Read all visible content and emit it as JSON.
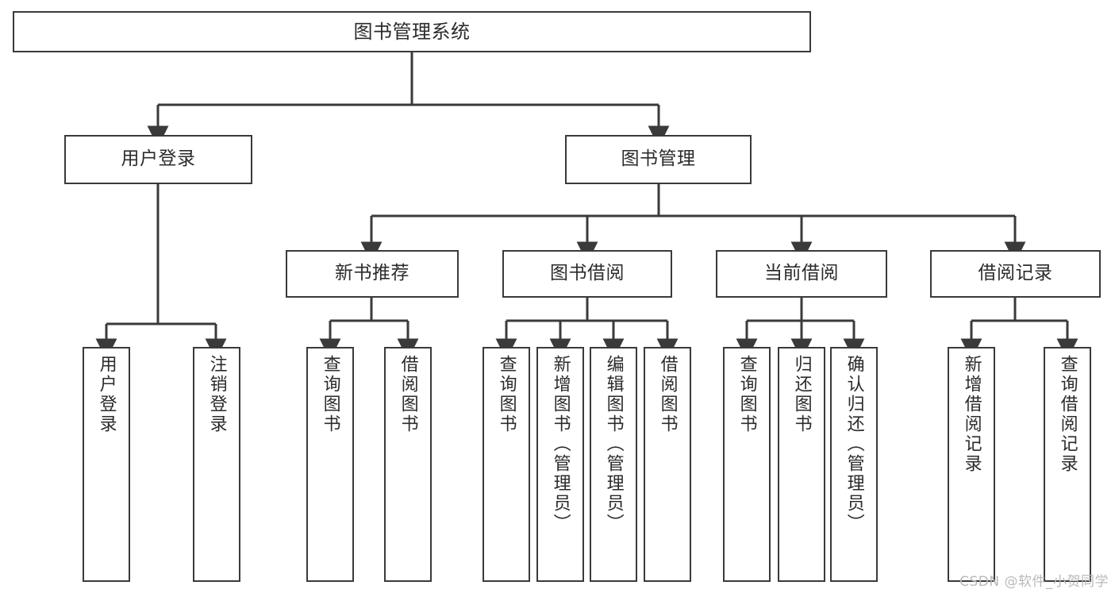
{
  "diagram": {
    "title": "图书管理系统",
    "type": "tree",
    "stroke_color": "#3a3a3a",
    "fill_color": "#ffffff",
    "text_color": "#2b2b2b",
    "watermark": "CSDN @软件_小贺同学"
  },
  "nodes": {
    "root": {
      "label": "图书管理系统"
    },
    "level2": [
      {
        "id": "user-login",
        "label": "用户登录"
      },
      {
        "id": "book-manage",
        "label": "图书管理"
      }
    ],
    "level3": [
      {
        "id": "new-book-recommend",
        "label": "新书推荐"
      },
      {
        "id": "book-borrow",
        "label": "图书借阅"
      },
      {
        "id": "current-borrow",
        "label": "当前借阅"
      },
      {
        "id": "borrow-record",
        "label": "借阅记录"
      }
    ],
    "leaves": {
      "user_login": [
        {
          "id": "leaf-user-login",
          "label": "用户登录"
        },
        {
          "id": "leaf-logout",
          "label": "注销登录"
        }
      ],
      "new_book_recommend": [
        {
          "id": "leaf-query-book-1",
          "label": "查询图书"
        },
        {
          "id": "leaf-borrow-book-1",
          "label": "借阅图书"
        }
      ],
      "book_borrow": [
        {
          "id": "leaf-query-book-2",
          "label": "查询图书"
        },
        {
          "id": "leaf-add-book",
          "label": "新增图书（管理员）"
        },
        {
          "id": "leaf-edit-book",
          "label": "编辑图书（管理员）"
        },
        {
          "id": "leaf-borrow-book-2",
          "label": "借阅图书"
        }
      ],
      "current_borrow": [
        {
          "id": "leaf-query-book-3",
          "label": "查询图书"
        },
        {
          "id": "leaf-return-book",
          "label": "归还图书"
        },
        {
          "id": "leaf-confirm-return",
          "label": "确认归还（管理员）"
        }
      ],
      "borrow_record": [
        {
          "id": "leaf-add-record",
          "label": "新增借阅记录"
        },
        {
          "id": "leaf-query-record",
          "label": "查询借阅记录"
        }
      ]
    }
  }
}
